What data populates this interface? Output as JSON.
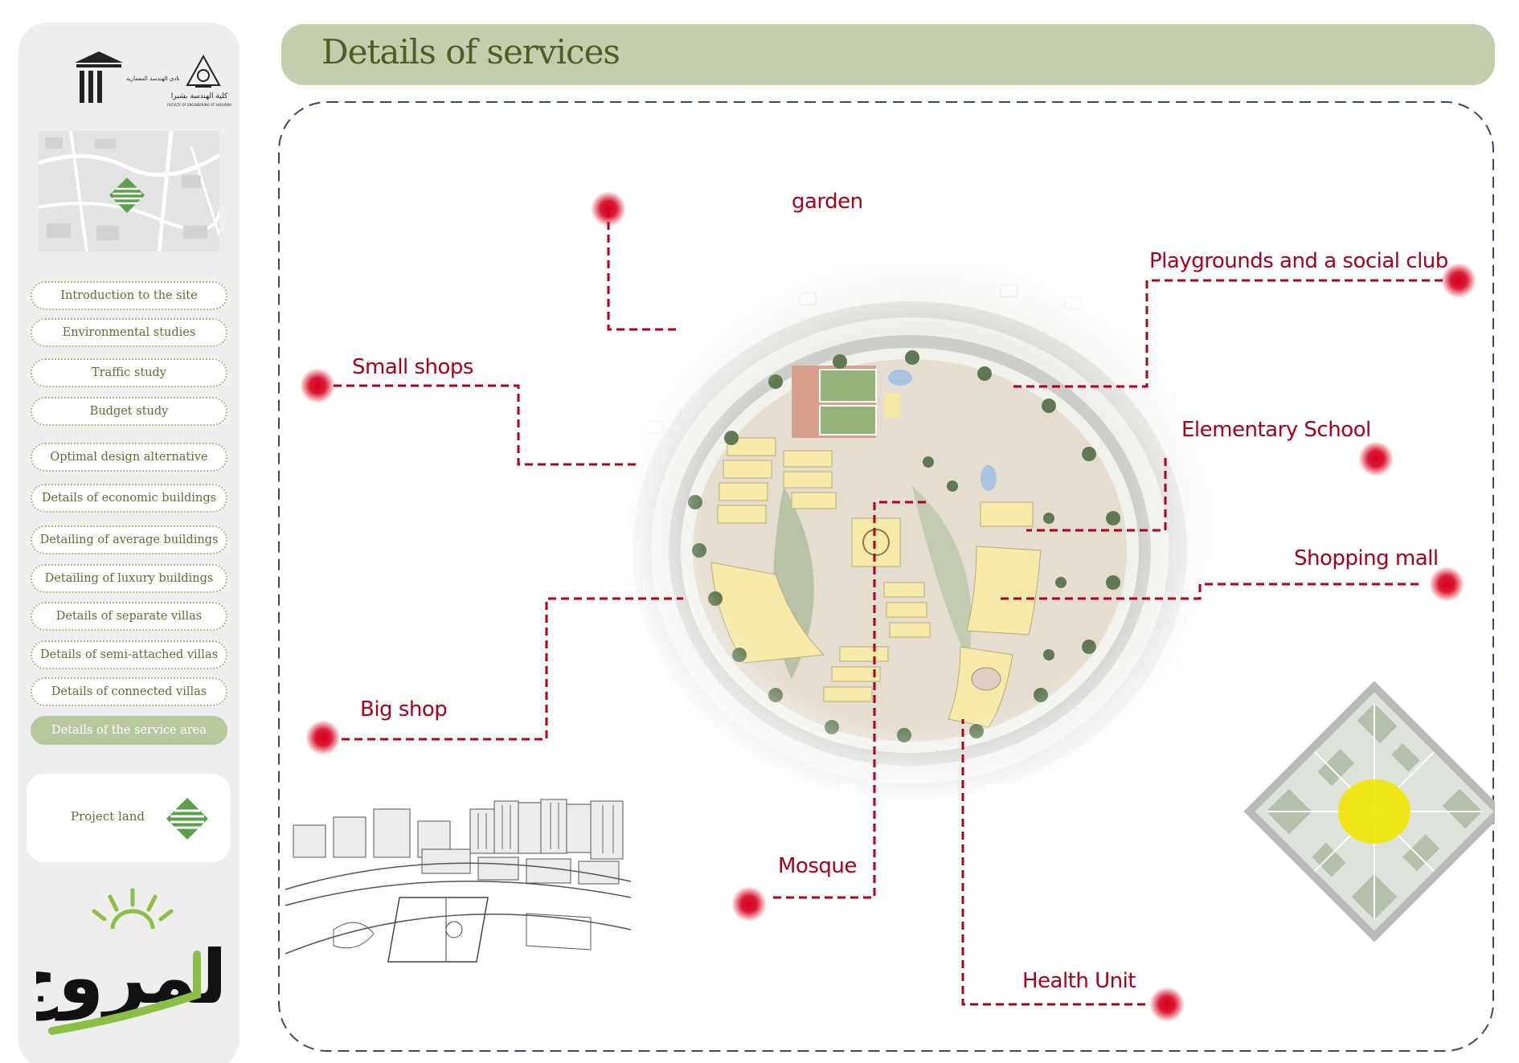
{
  "sidebar": {
    "logo_left_text": "نادي الهندسة المعمارية",
    "logo_right_text": "كلية الهندسة بشبرا",
    "logo_right_subtext": "FACULTY OF ENGINEERING AT SHOUBRA",
    "menu": [
      {
        "label": "Introduction to the site",
        "active": false
      },
      {
        "label": "Environmental studies",
        "active": false
      },
      {
        "label": "Traffic study",
        "active": false
      },
      {
        "label": "Budget study",
        "active": false
      },
      {
        "label": "Optimal design alternative",
        "active": false
      },
      {
        "label": "Details of economic buildings",
        "active": false
      },
      {
        "label": "Detailing of average buildings",
        "active": false
      },
      {
        "label": "Detailing of luxury buildings",
        "active": false
      },
      {
        "label": "Details of separate villas",
        "active": false
      },
      {
        "label": "Details of semi-attached villas",
        "active": false
      },
      {
        "label": "Details of connected villas",
        "active": false
      },
      {
        "label": "Details of the service area",
        "active": true
      }
    ],
    "legend": {
      "label": "Project land"
    },
    "brand_text": "المروج"
  },
  "header": {
    "title": "Details of services"
  },
  "callouts": {
    "garden": "garden",
    "playgrounds": "Playgrounds and a social club",
    "small_shops": "Small shops",
    "elementary_school": "Elementary School",
    "shopping_mall": "Shopping mall",
    "big_shop": "Big shop",
    "mosque": "Mosque",
    "health_unit": "Health Unit"
  },
  "colors": {
    "accent_green": "#b8c79e",
    "title_green": "#4d5f26",
    "callout_red": "#a8001c",
    "highlight_yellow": "#f2e600"
  }
}
